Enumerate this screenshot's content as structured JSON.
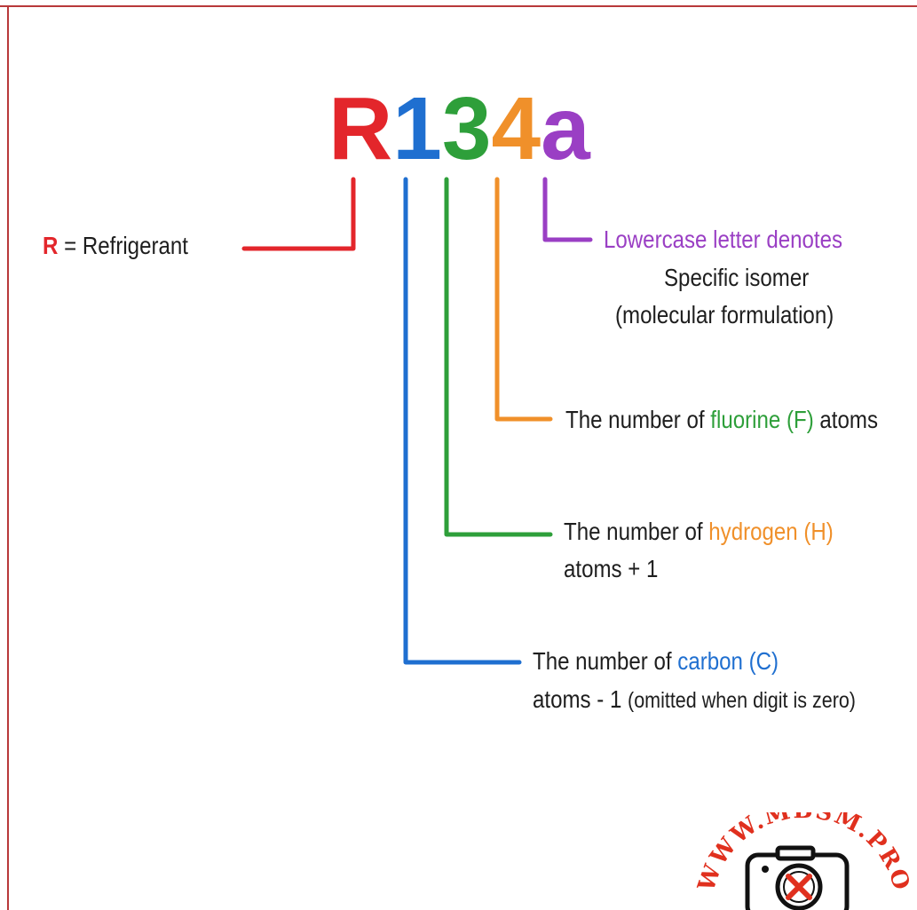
{
  "title_chars": [
    {
      "char": "R",
      "color": "#e3262b"
    },
    {
      "char": "1",
      "color": "#1f6fd0"
    },
    {
      "char": "3",
      "color": "#2e9f3a"
    },
    {
      "char": "4",
      "color": "#f0902a"
    },
    {
      "char": "a",
      "color": "#9a3fc4"
    }
  ],
  "labels": {
    "r_key": "R",
    "r_rest": " = Refrigerant",
    "a_line1": "Lowercase letter denotes",
    "a_line2": "Specific isomer",
    "a_line3": "(molecular formulation)",
    "f_pre": "The number of ",
    "f_key": "fluorine (F)",
    "f_post": " atoms",
    "h_pre": "The number of ",
    "h_key": "hydrogen (H)",
    "h_line2": "atoms + 1",
    "c_pre": "The number of ",
    "c_key": "carbon (C)",
    "c_line2a": "atoms - 1 ",
    "c_line2b": "(omitted when digit is zero)"
  },
  "watermark": {
    "text": "WWW.MBSM.PRO",
    "color": "#e0301e",
    "icon": "camera-wrench-icon"
  },
  "colors": {
    "r": "#e3262b",
    "carbon": "#1f6fd0",
    "hydrogen": "#2e9f3a",
    "fluorine": "#f0902a",
    "isomer": "#9a3fc4",
    "frame": "#b8393a"
  }
}
